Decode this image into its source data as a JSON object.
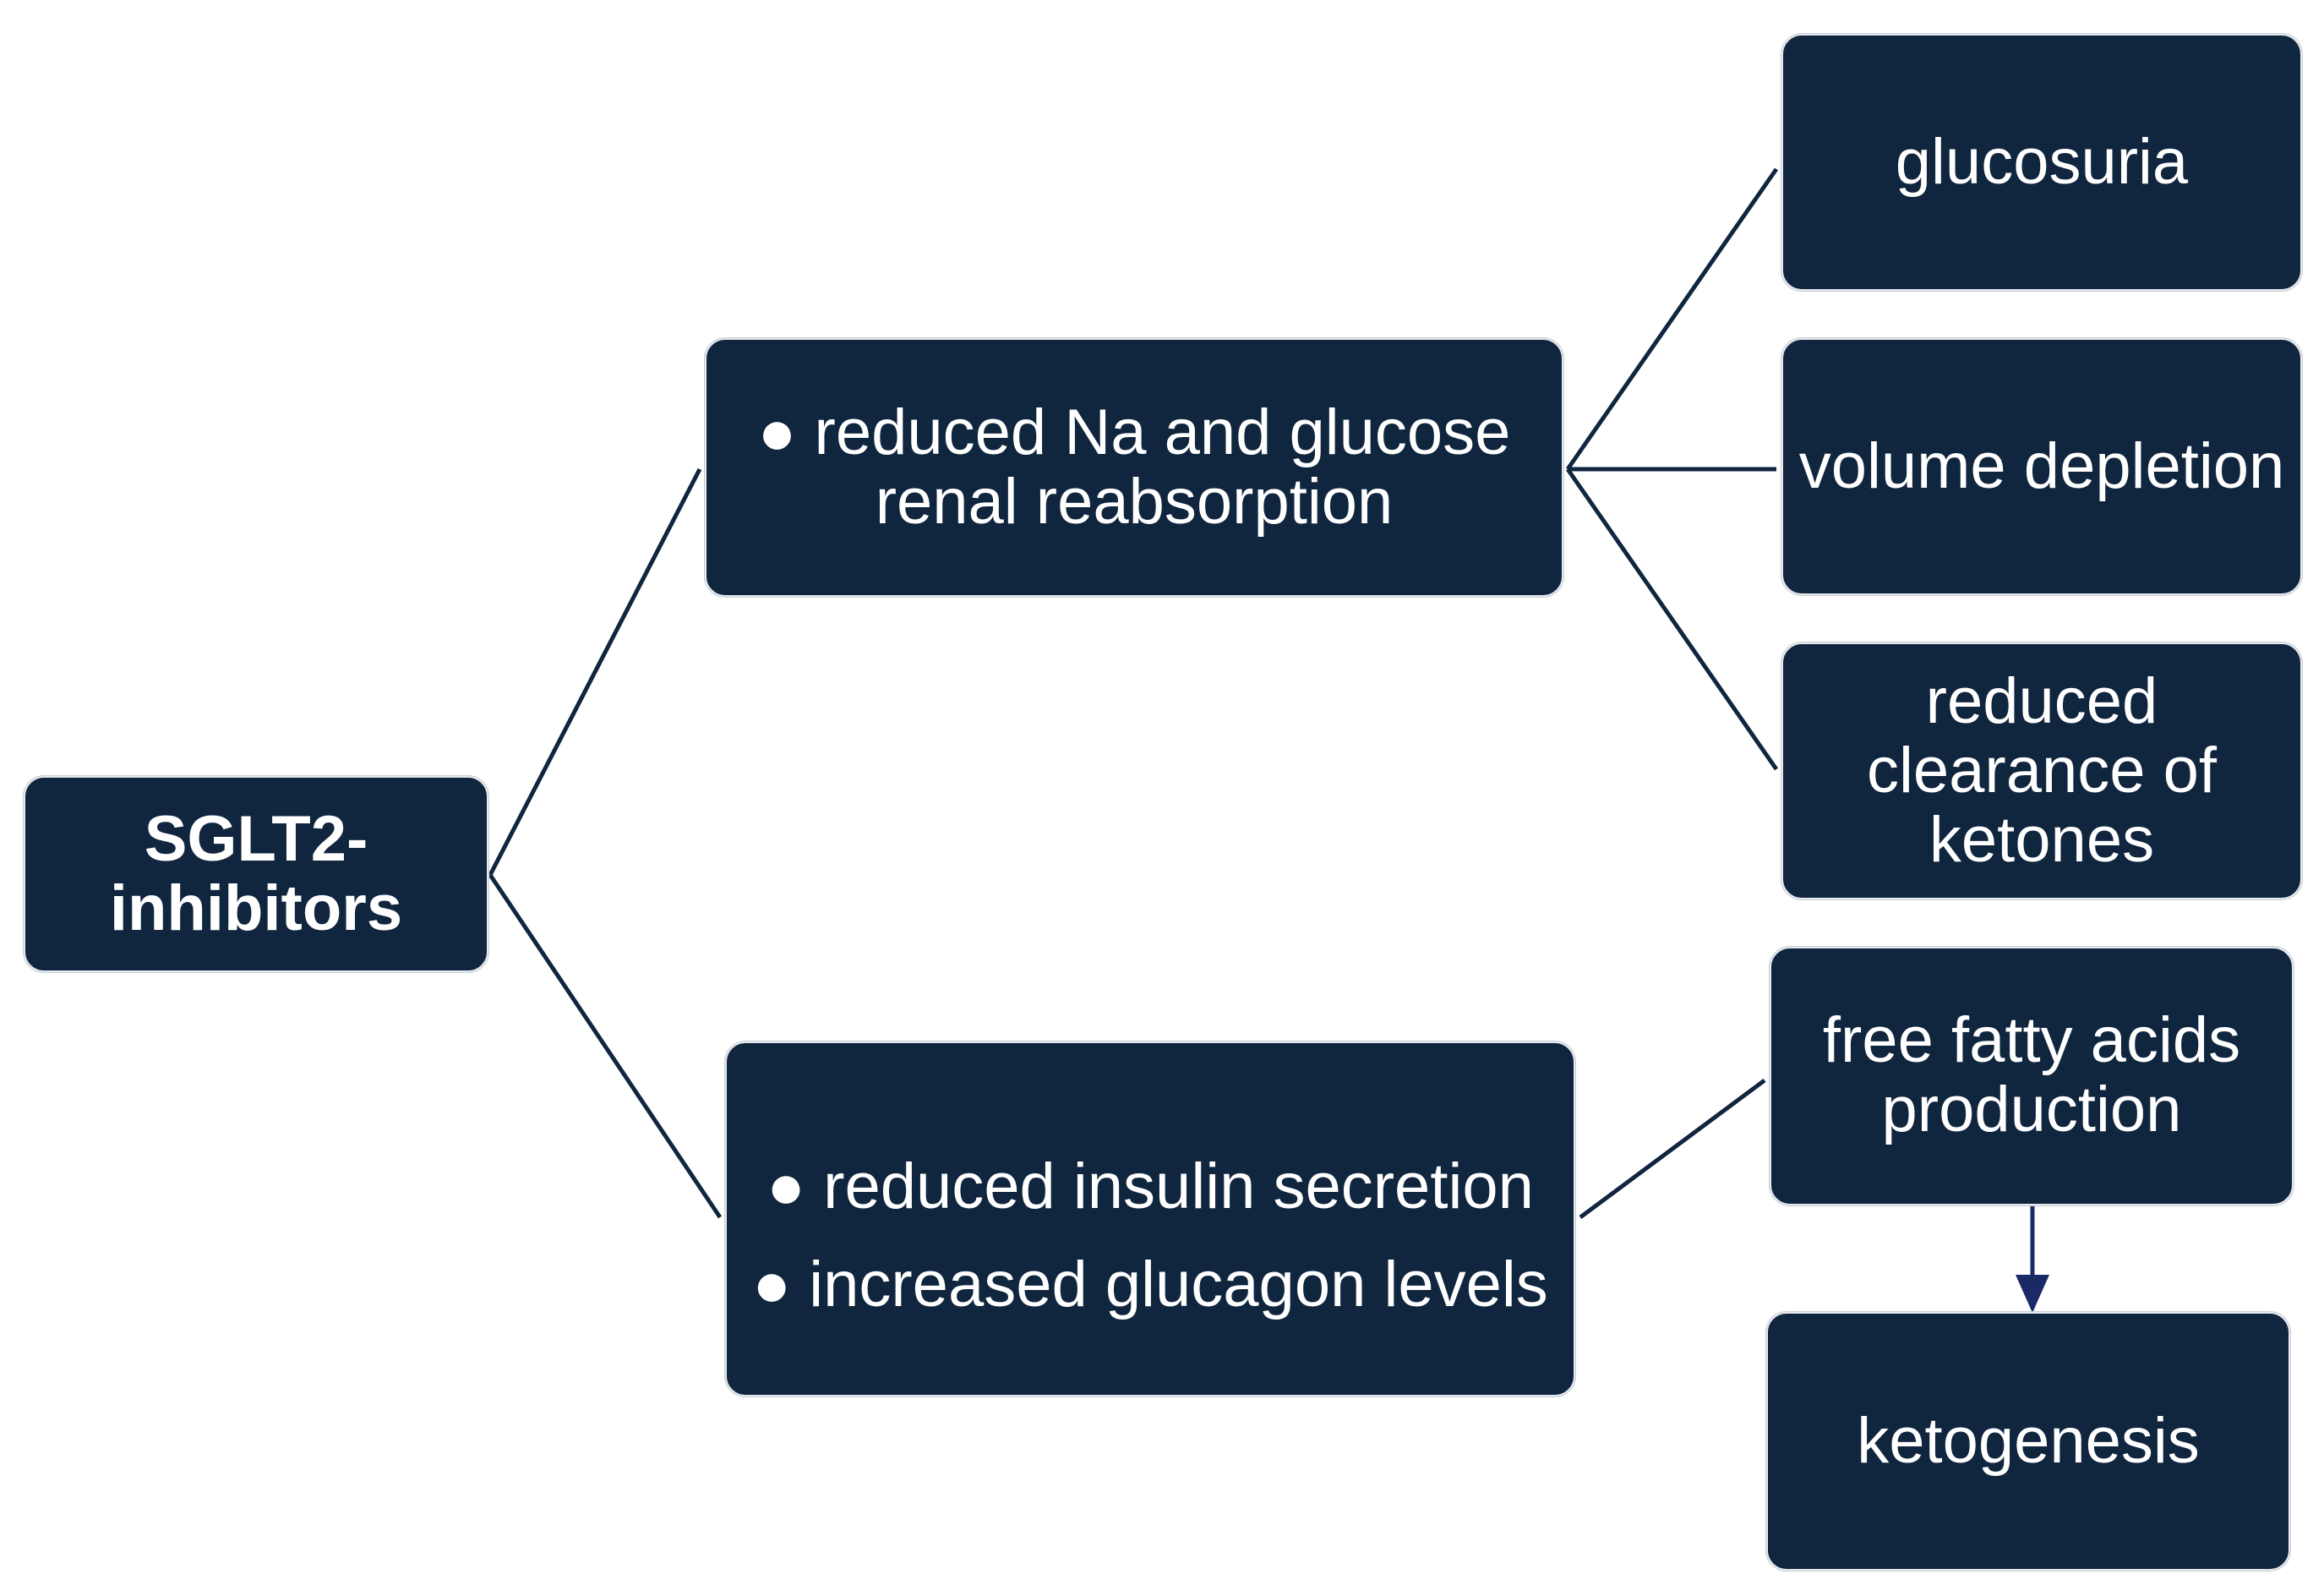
{
  "colors": {
    "node_fill": "#10253e",
    "node_text": "#ffffff",
    "connector": "#10253e",
    "arrow": "#1a2a66"
  },
  "nodes": {
    "root": {
      "lines": [
        "SGLT2-",
        "inhibitors"
      ]
    },
    "renal": {
      "lines": [
        "● reduced Na and glucose",
        "renal reabsorption"
      ]
    },
    "hormonal": {
      "lines": [
        "● reduced insulin secretion",
        "● increased glucagon levels"
      ]
    },
    "glucosuria": {
      "lines": [
        "glucosuria"
      ]
    },
    "volume": {
      "lines": [
        "volume depletion"
      ]
    },
    "clearance": {
      "lines": [
        "reduced",
        "clearance of",
        "ketones"
      ]
    },
    "ffa": {
      "lines": [
        "free fatty acids",
        "production"
      ]
    },
    "ketogenesis": {
      "lines": [
        "ketogenesis"
      ]
    }
  },
  "edges": [
    {
      "from": "root",
      "to": "renal",
      "type": "line"
    },
    {
      "from": "root",
      "to": "hormonal",
      "type": "line"
    },
    {
      "from": "renal",
      "to": "glucosuria",
      "type": "line"
    },
    {
      "from": "renal",
      "to": "volume",
      "type": "line"
    },
    {
      "from": "renal",
      "to": "clearance",
      "type": "line"
    },
    {
      "from": "hormonal",
      "to": "ffa",
      "type": "line"
    },
    {
      "from": "ffa",
      "to": "ketogenesis",
      "type": "arrow"
    }
  ]
}
